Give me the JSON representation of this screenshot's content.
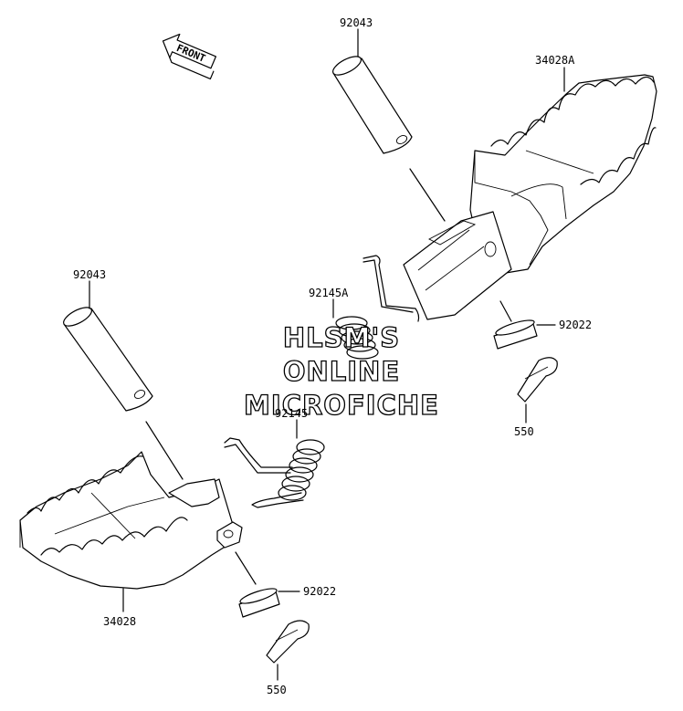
{
  "front_arrow": {
    "text": "FRONT",
    "icon": "front-direction-arrow-icon"
  },
  "labels": {
    "pin_top": "92043",
    "footpeg_right": "34028A",
    "spring_top": "92145A",
    "washer_right": "92022",
    "cotter_right": "550",
    "pin_left": "92043",
    "spring_bottom": "92145",
    "footpeg_left": "34028",
    "washer_left": "92022",
    "cotter_left": "550"
  },
  "watermark": {
    "line1": "HLSM'S",
    "line2": "ONLINE",
    "line3": "MICROFICHE"
  }
}
